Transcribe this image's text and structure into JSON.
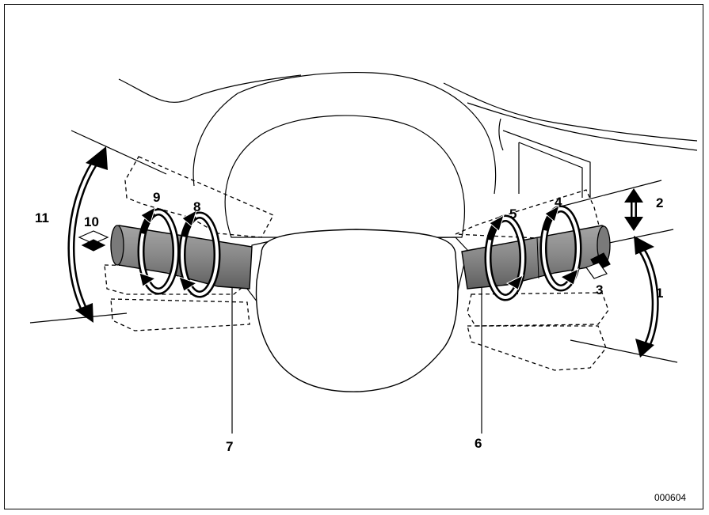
{
  "figure": {
    "reference_code": "000604",
    "callouts": {
      "c1": "1",
      "c2": "2",
      "c3": "3",
      "c4": "4",
      "c5": "5",
      "c6": "6",
      "c7": "7",
      "c8": "8",
      "c9": "9",
      "c10": "10",
      "c11": "11"
    }
  },
  "colors": {
    "stroke": "#000000",
    "stalk_fill": "#888888",
    "background": "#ffffff"
  }
}
